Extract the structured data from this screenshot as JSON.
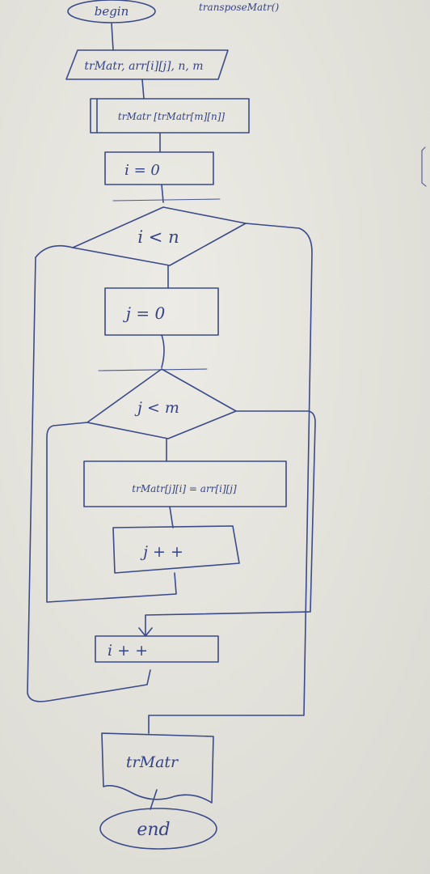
{
  "flowchart": {
    "header_note": "transposeMatr()",
    "start_label": "begin",
    "input_label": "trMatr, arr[i][j], n, m",
    "declare_label": "trMatr [trMatr[m][n]]",
    "init_i_label": "i = 0",
    "cond_i_label": "i < n",
    "init_j_label": "j = 0",
    "cond_j_label": "j < m",
    "assign_label": "trMatr[j][i] = arr[i][j]",
    "inc_j_label": "j + +",
    "inc_i_label": "i + +",
    "output_label": "trMatr",
    "end_label": "end"
  },
  "colors": {
    "paper": "#e6e5df",
    "ink": "#3b4a8a"
  }
}
